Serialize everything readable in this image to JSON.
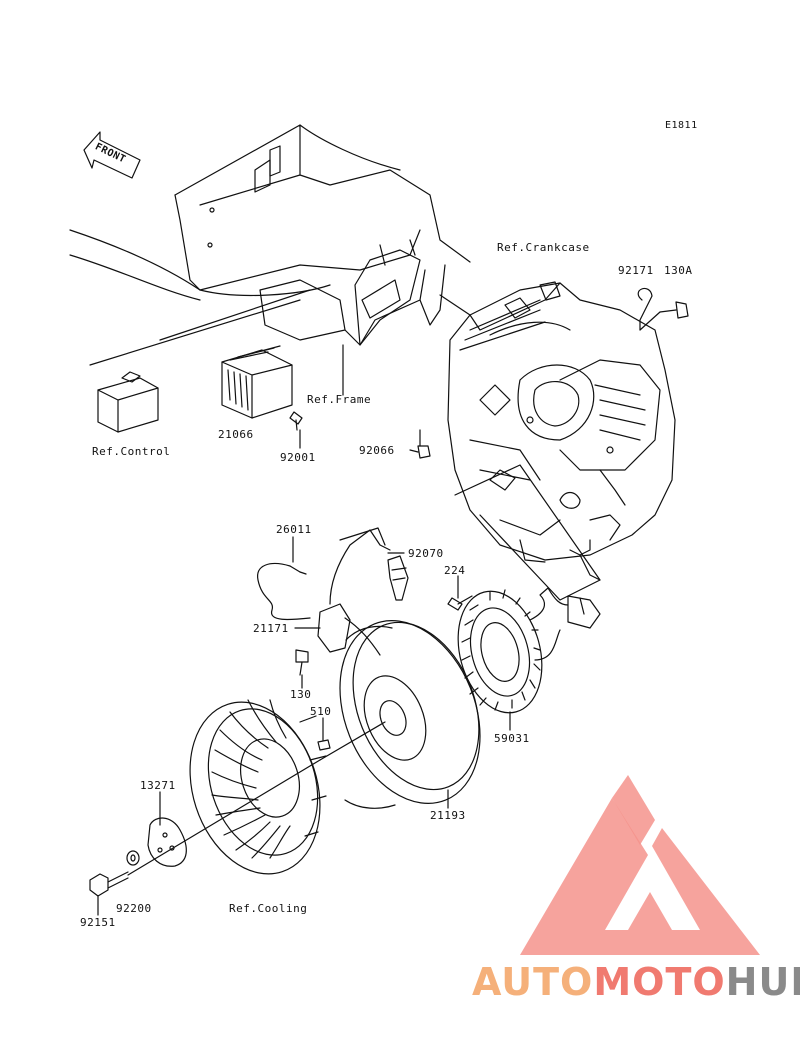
{
  "diagram": {
    "code": "E1811",
    "front_label": "FRONT",
    "labels": {
      "ref_crankcase": "Ref.Crankcase",
      "p92171": "92171",
      "p130A": "130A",
      "ref_frame": "Ref.Frame",
      "ref_control": "Ref.Control",
      "p21066": "21066",
      "p92001": "92001",
      "p92066": "92066",
      "p26011": "26011",
      "p92070": "92070",
      "p224": "224",
      "p21171": "21171",
      "p130": "130",
      "p510": "510",
      "p59031": "59031",
      "p13271": "13271",
      "p21193": "21193",
      "p92200": "92200",
      "p92151": "92151",
      "ref_cooling": "Ref.Cooling"
    }
  },
  "watermark": {
    "auto": "AUTO",
    "moto": "MOTO",
    "hub": "HUB",
    "colors": {
      "auto": "#f5b07a",
      "moto": "#f07a70",
      "hub": "#8a8a8a",
      "logo": "#f4938c"
    }
  }
}
